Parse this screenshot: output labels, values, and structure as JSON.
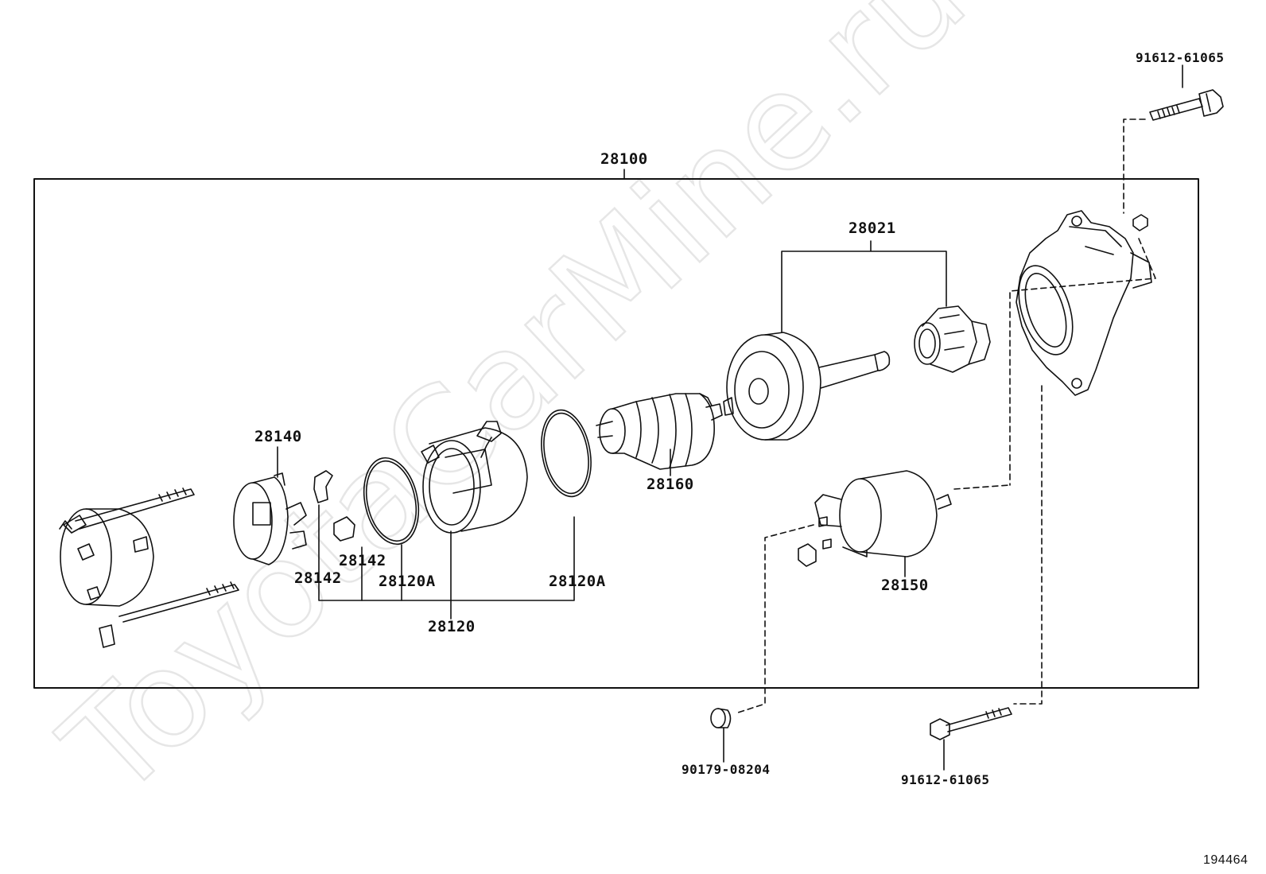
{
  "diagram": {
    "figure_number": "194464",
    "watermark": "ToyotaCarMine.ru",
    "assembly_label": "28100",
    "part_labels": {
      "bolt_top": "91612-61065",
      "drive_group": "28021",
      "brush_holder": "28140",
      "armature": "28160",
      "clip_a": "28142",
      "clip_b": "28142",
      "ring_a": "28120A",
      "ring_b": "28120A",
      "yoke": "28120",
      "solenoid": "28150",
      "nut": "90179-08204",
      "bolt_bottom": "91612-61065"
    }
  }
}
